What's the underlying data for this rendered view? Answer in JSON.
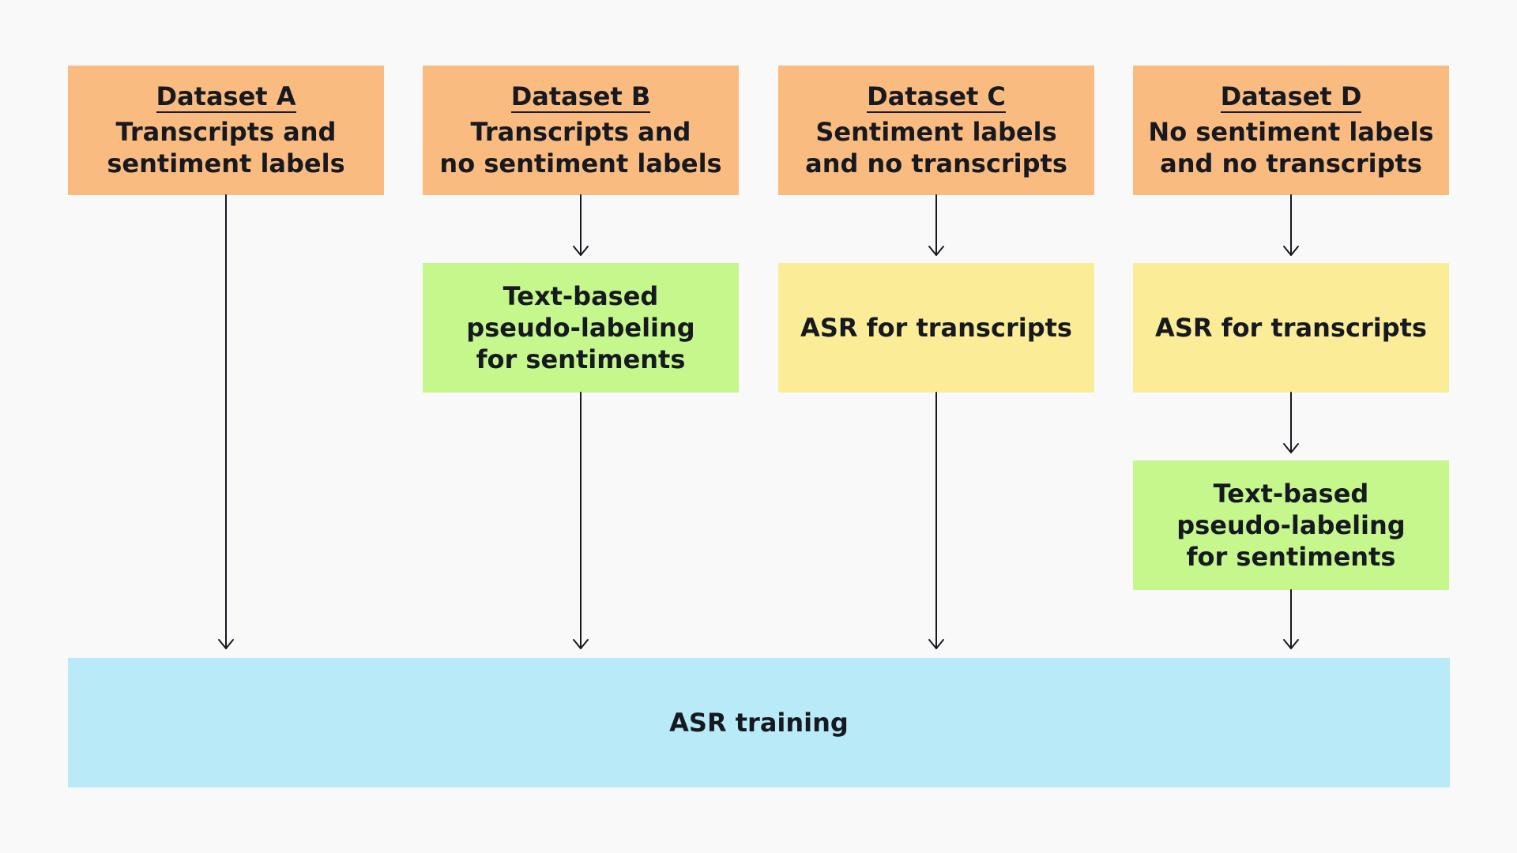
{
  "datasets": [
    {
      "title": "Dataset A",
      "lines": [
        "Transcripts and",
        "sentiment labels"
      ]
    },
    {
      "title": "Dataset B",
      "lines": [
        "Transcripts and",
        "no sentiment labels"
      ]
    },
    {
      "title": "Dataset C",
      "lines": [
        "Sentiment labels",
        "and no transcripts"
      ]
    },
    {
      "title": "Dataset D",
      "lines": [
        "No sentiment labels",
        "and no transcripts"
      ]
    }
  ],
  "steps": {
    "b_pseudo": [
      "Text-based",
      "pseudo-labeling",
      "for sentiments"
    ],
    "c_asr": "ASR for transcripts",
    "d_asr": "ASR for transcripts",
    "d_pseudo": [
      "Text-based",
      "pseudo-labeling",
      "for sentiments"
    ]
  },
  "training": {
    "label": "ASR training"
  },
  "colors": {
    "dataset": "#f9bb80",
    "pseudo_labeling": "#c5f78d",
    "asr_transcripts": "#fbed98",
    "training": "#b8eaf8",
    "background": "#f9f9f9",
    "text": "#16191f"
  }
}
